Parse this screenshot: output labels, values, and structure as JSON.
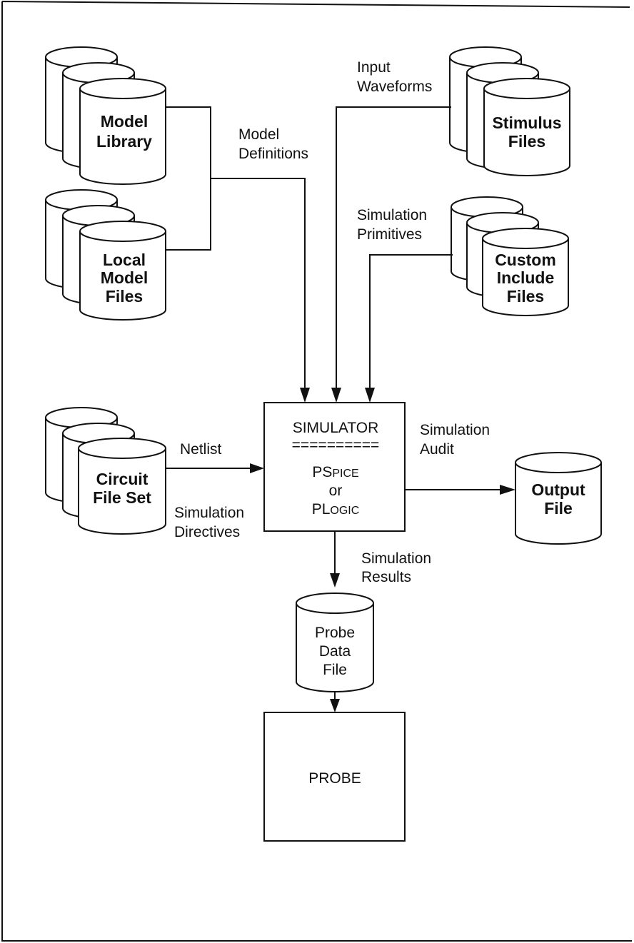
{
  "diagram": {
    "stores": {
      "model_library": [
        "Model",
        "Library"
      ],
      "local_model_files": [
        "Local",
        "Model",
        "Files"
      ],
      "stimulus_files": [
        "Stimulus",
        "Files"
      ],
      "custom_include_files": [
        "Custom",
        "Include",
        "Files"
      ],
      "circuit_file_set": [
        "Circuit",
        "File Set"
      ],
      "output_file": [
        "Output",
        "File"
      ],
      "probe_data_file": [
        "Probe",
        "Data",
        "File"
      ]
    },
    "flows": {
      "model_definitions": [
        "Model",
        "Definitions"
      ],
      "input_waveforms": [
        "Input",
        "Waveforms"
      ],
      "simulation_primitives": [
        "Simulation",
        "Primitives"
      ],
      "netlist": "Netlist",
      "simulation_directives": [
        "Simulation",
        "Directives"
      ],
      "simulation_audit": [
        "Simulation",
        "Audit"
      ],
      "simulation_results": [
        "Simulation",
        "Results"
      ]
    },
    "simulator": {
      "title": "SIMULATOR",
      "separator": "==========",
      "pspice": {
        "cap": "PS",
        "smallcaps": "PICE"
      },
      "or": "or",
      "plogic": {
        "cap": "PL",
        "smallcaps": "OGIC"
      }
    },
    "probe": {
      "label": "PROBE"
    }
  }
}
